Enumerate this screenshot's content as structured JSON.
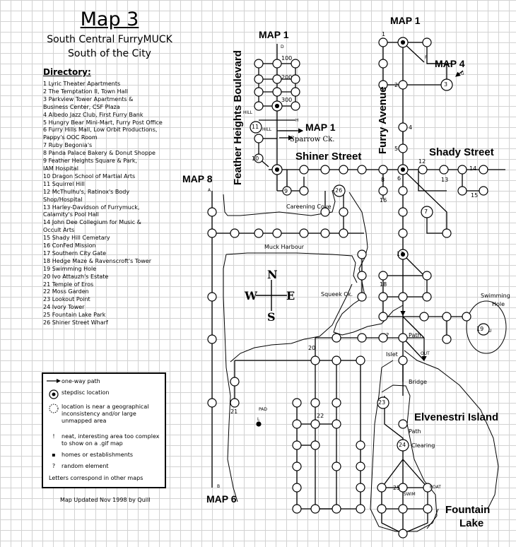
{
  "title": "Map 3",
  "subtitle1": "South Central FurryMUCK",
  "subtitle2": "South of the City",
  "directory_heading": "Directory:",
  "directory": [
    "1 Lyric Theater Apartments",
    "2 The Temptation II, Town Hall",
    "3 Parkview Tower Apartments &",
    "    Business Center, CSF Plaza",
    "4 Albedo Jazz Club, First Furry Bank",
    "5 Hungry Bear Mini-Mart, Furry Post Office",
    "6 Furry Hills Mall, Low Orbit Productions,",
    "    Pappy's OOC Room",
    "7 Ruby Begonia's",
    "8 Panda Palace Bakery & Donut Shoppe",
    "9 Feather Heights Square & Park,",
    "    IAM Hospital",
    "10 Dragon School of Martial Arts",
    "11 Squirrel Hill",
    "12 McThulhu's, Ratinox's Body",
    "    Shop/Hospital",
    "13 Harley-Davidson of Furrymuck,",
    "    Calamity's Pool Hall",
    "14 John Dee Collegium for Music &",
    "    Occult Arts",
    "15 Shady Hill Cemetary",
    "16 ConFed Mission",
    "17 Southern City Gate",
    "18 Hedge Maze & Ravenscroft's Tower",
    "19 Swimming Hole",
    "20 Ivo Attauzh's Estate",
    "21 Temple of Eros",
    "22 Moss Garden",
    "23 Lookout Point",
    "24 Ivory Tower",
    "25 Fountain Lake Park",
    "26 Shiner Street Wharf"
  ],
  "legend": {
    "one_way": "one-way path",
    "stepdisc": "stepdisc location",
    "inconsistency": "location is near a geographical inconsistency and/or large unmapped area",
    "bang_symbol": "!",
    "bang": "neat, interesting area too complex to show on a .gif map",
    "homes_symbol": "▪",
    "homes": "homes or establishments",
    "random_symbol": "?",
    "random": "random element",
    "letters": "Letters correspond in other maps"
  },
  "updated": "Map Updated Nov 1998 by Quill",
  "streets": {
    "feather_heights": "Feather Heights Boulevard",
    "furry_avenue": "Furry Avenue",
    "shiner": "Shiner Street",
    "shady": "Shady Street",
    "elvenestri": "Elvenestri Island",
    "fountain_lake_1": "Fountain",
    "fountain_lake_2": "Lake"
  },
  "links": {
    "map1_a": "MAP 1",
    "map1_b": "MAP 1",
    "map1_c": "MAP 1",
    "map4": "MAP 4",
    "map8": "MAP 8",
    "map6": "MAP 6"
  },
  "places": {
    "sparrow": "Sparrow Ck.",
    "careening": "Careening Cove",
    "muck_harbour": "Muck Harbour",
    "squeek": "Squeek Ck.",
    "swimming": "Swimming",
    "hole": "Hole",
    "path1": "Path",
    "islet": "Islet",
    "bridge": "Bridge",
    "path2": "Path",
    "clearing": "Clearing",
    "out": "OUT",
    "pad": "PAD",
    "boat": "BOAT",
    "swim": "SWIM",
    "hill1": "HILL",
    "hill2": "HILL"
  },
  "numbers": {
    "n100": "100",
    "n200": "200",
    "n300": "300",
    "n1": "1",
    "n2": "2",
    "n4": "4",
    "n5": "5",
    "n6": "6",
    "n8": "8",
    "n9": "9",
    "n10": "10",
    "n12": "12",
    "n13": "13",
    "n14": "14",
    "n15": "15",
    "n16": "16",
    "n18": "18",
    "n20": "20",
    "n21": "21",
    "n22": "22",
    "n25": "25",
    "c3": "3",
    "c7": "7",
    "c11": "11",
    "c17": "17",
    "c19": "19",
    "c23": "23",
    "c24": "24",
    "c26": "26"
  },
  "letters": {
    "A": "A",
    "B": "B",
    "D": "D",
    "F": "F",
    "G": "G",
    "H": "H",
    "L": "L",
    "U": "U",
    "q": "?"
  },
  "compass": {
    "n": "N",
    "s": "S",
    "e": "E",
    "w": "W"
  }
}
